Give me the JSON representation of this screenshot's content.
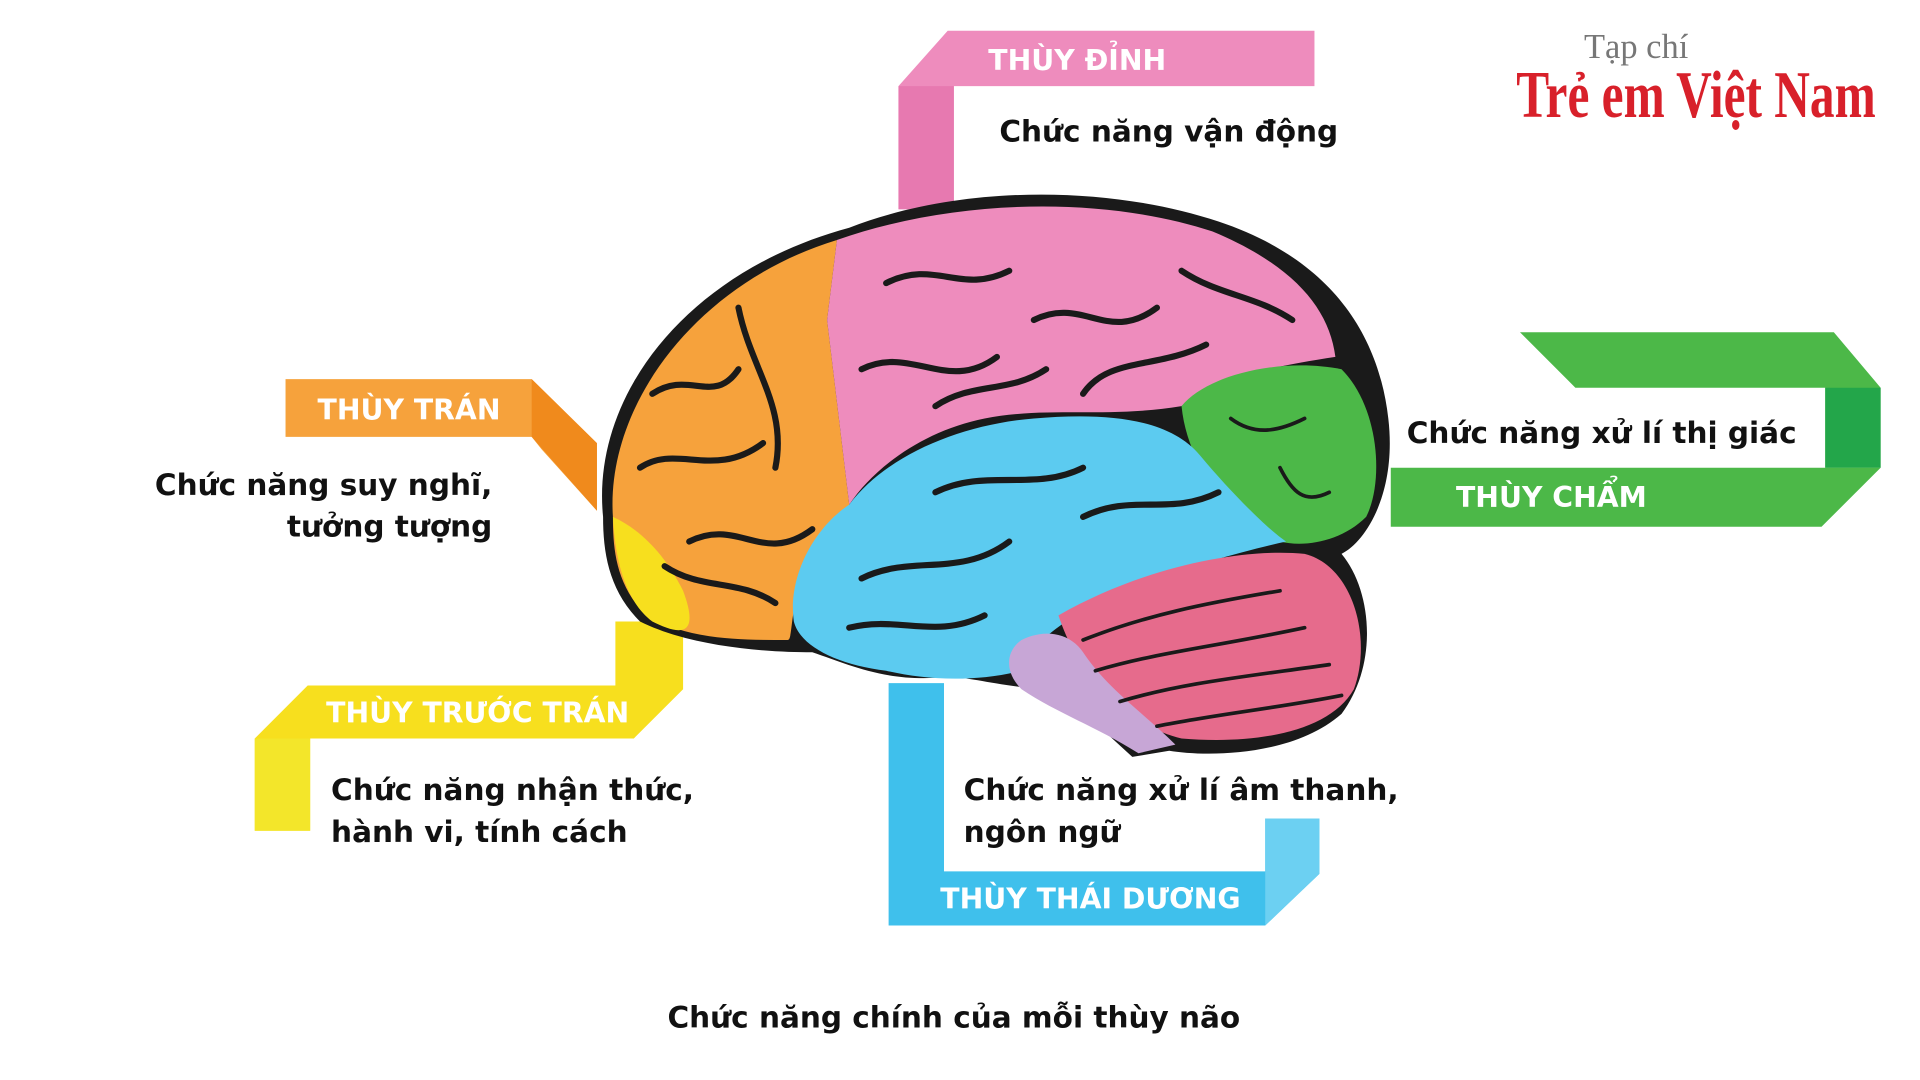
{
  "logo": {
    "line1": "Tạp chí",
    "line2": "Trẻ em Việt Nam",
    "color": "#d8202a"
  },
  "title": "Chức năng chính của mỗi thùy não",
  "lobes": {
    "parietal": {
      "label": "THÙY ĐỈNH",
      "desc": [
        "Chức năng vận động"
      ],
      "color": "#ee8cbd"
    },
    "frontal": {
      "label": "THÙY TRÁN",
      "desc": [
        "Chức năng suy nghĩ,",
        "tưởng tượng"
      ],
      "color": "#f6a23c"
    },
    "prefrontal": {
      "label": "THÙY TRƯỚC TRÁN",
      "desc": [
        "Chức năng nhận thức,",
        "hành vi, tính cách"
      ],
      "color": "#f7df1e"
    },
    "temporal": {
      "label": "THÙY THÁI DƯƠNG",
      "desc": [
        "Chức năng xử lí âm thanh,",
        "ngôn ngữ"
      ],
      "color": "#3fc0ec"
    },
    "occipital": {
      "label": "THÙY CHẨM",
      "desc": [
        "Chức năng xử lí thị giác"
      ],
      "color": "#4cb848"
    }
  }
}
